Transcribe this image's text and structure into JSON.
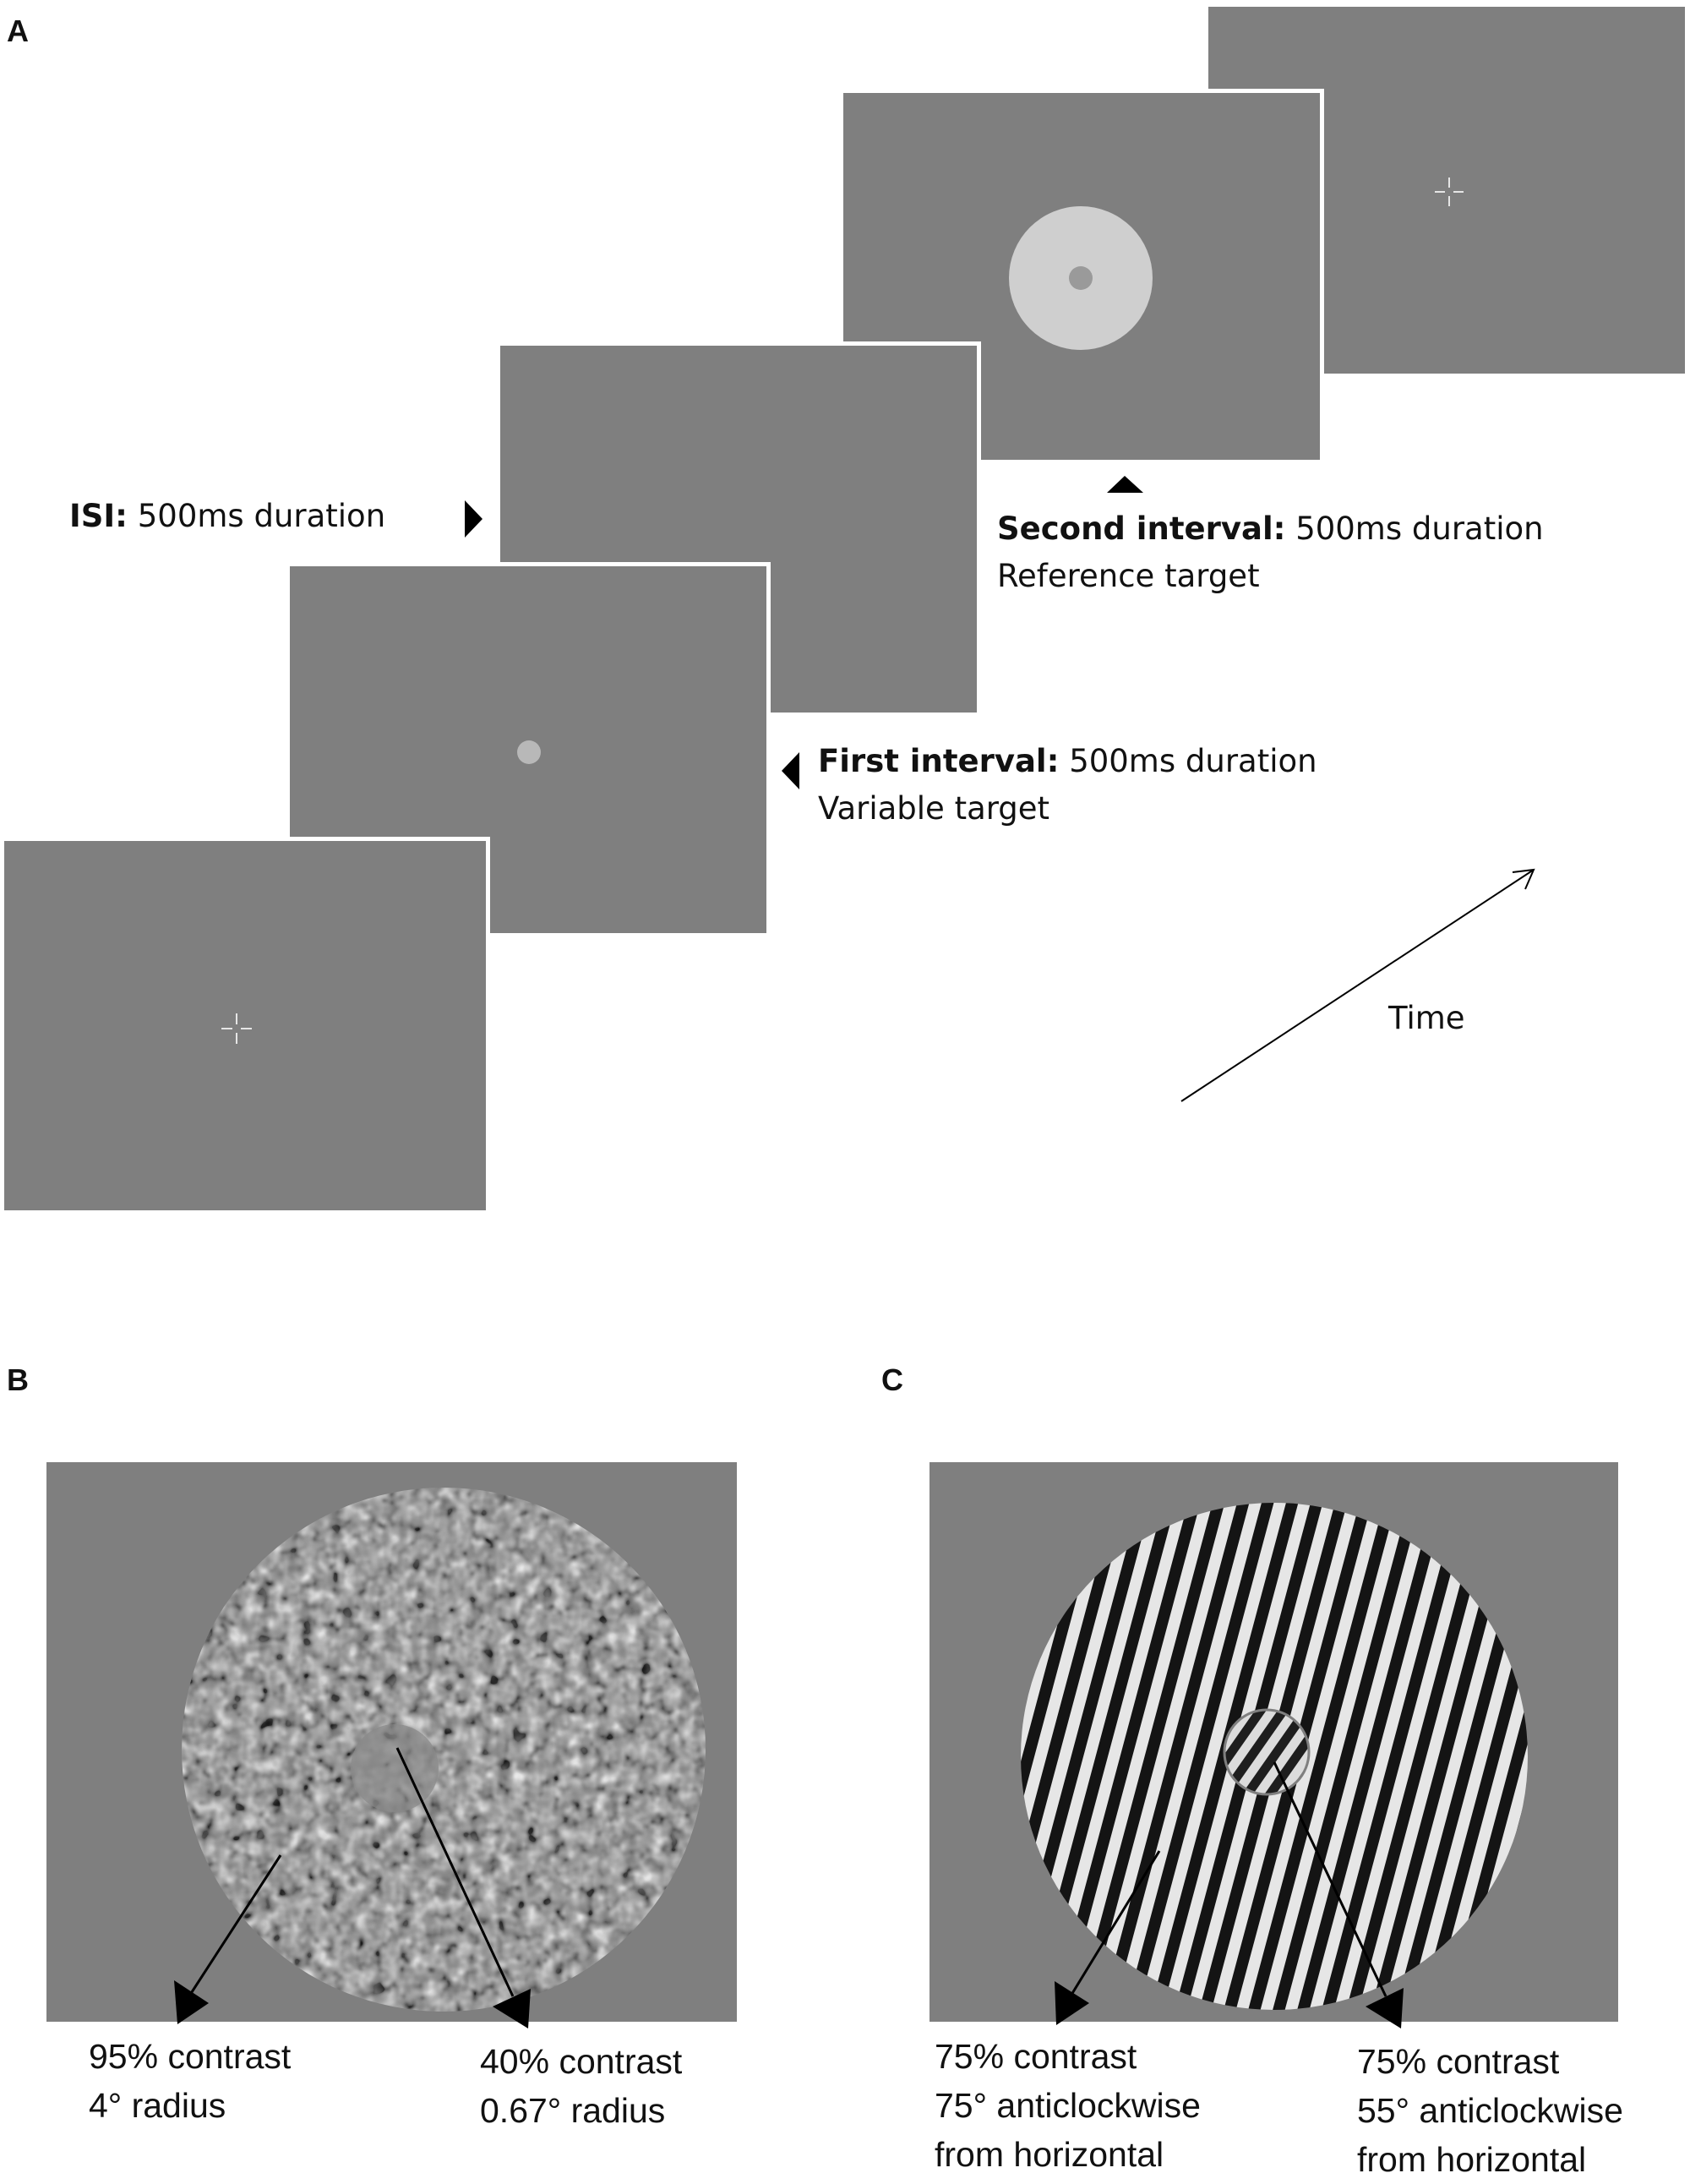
{
  "panels": {
    "a": "A",
    "b": "B",
    "c": "C"
  },
  "screen_color": "#7f7f7f",
  "panel_a": {
    "isi": {
      "bold": "ISI:",
      "text": "500ms duration"
    },
    "first": {
      "bold": "First interval:",
      "text": "500ms duration",
      "line2": "Variable target"
    },
    "second": {
      "bold": "Second interval:",
      "text": "500ms duration",
      "line2": "Reference target"
    },
    "time_label": "Time"
  },
  "panel_b": {
    "left": {
      "line1": "95% contrast",
      "line2": "4° radius"
    },
    "right": {
      "line1": "40% contrast",
      "line2": "0.67° radius"
    }
  },
  "panel_c": {
    "left": {
      "line1": "75% contrast",
      "line2": "75° anticlockwise",
      "line3": "from horizontal"
    },
    "right": {
      "line1": "75% contrast",
      "line2": "55° anticlockwise",
      "line3": "from horizontal"
    }
  }
}
